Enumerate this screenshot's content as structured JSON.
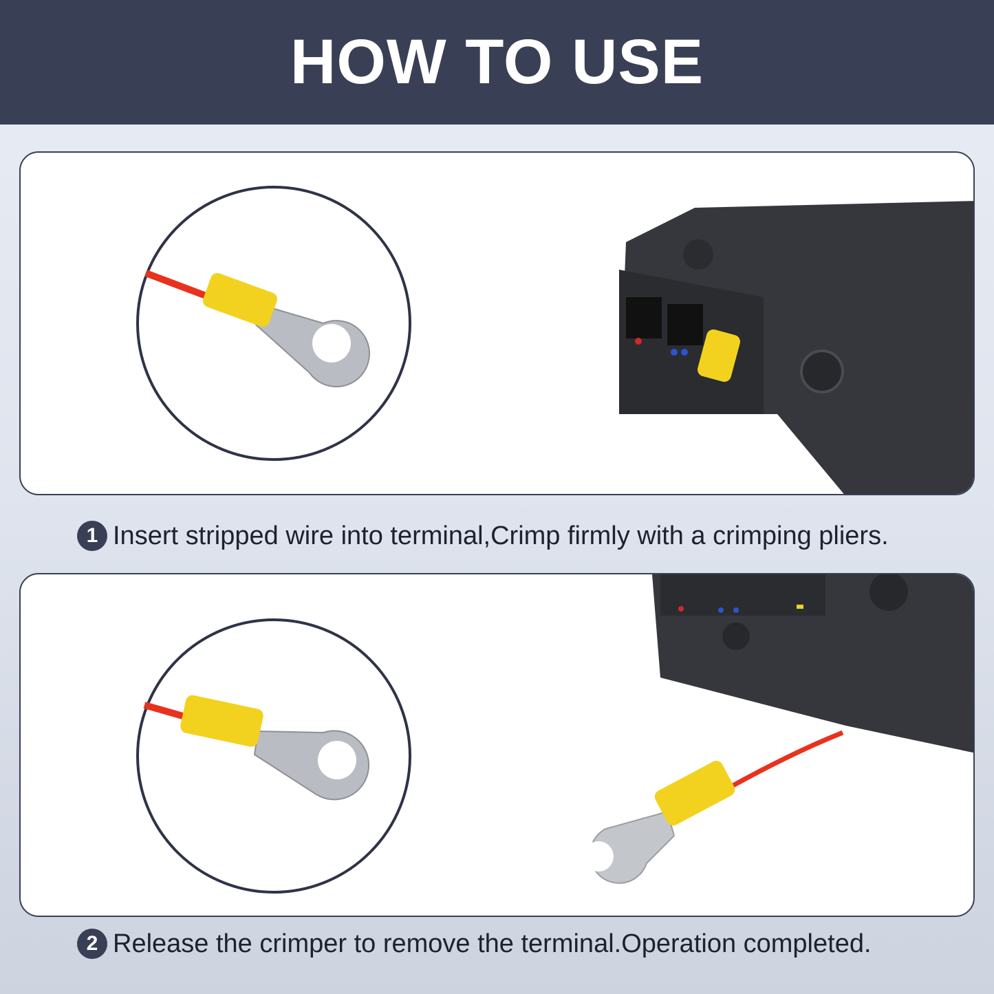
{
  "header": {
    "title": "HOW TO USE"
  },
  "steps": [
    {
      "number": "1",
      "text": "Insert stripped wire into terminal,Crimp firmly with a crimping pliers."
    },
    {
      "number": "2",
      "text": "Release the crimper to remove the terminal.Operation completed."
    }
  ],
  "colors": {
    "header": "#393f55",
    "terminal": "#f2d21f",
    "wire": "#e8321e",
    "tool": "#35373c"
  }
}
